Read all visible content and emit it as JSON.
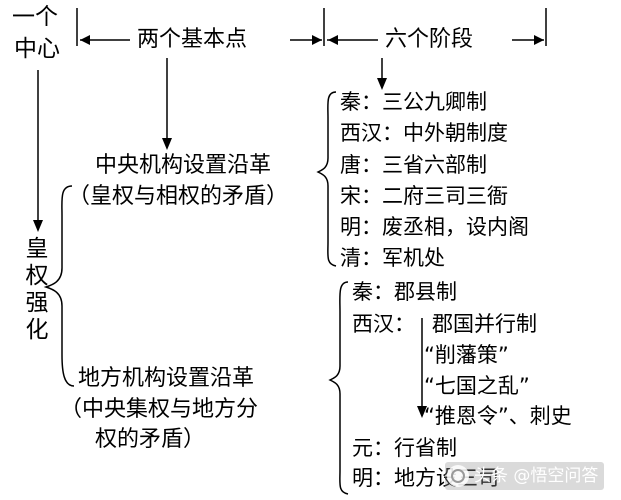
{
  "header": {
    "one_center": [
      "一个",
      "中心"
    ],
    "two_points": "两个基本点",
    "six_stages": "六个阶段"
  },
  "left_vertical": "皇权强化",
  "central": {
    "title": "中央机构设置沿革",
    "subtitle": "（皇权与相权的矛盾）",
    "items": [
      "秦：三公九卿制",
      "西汉：中外朝制度",
      "唐：三省六部制",
      "宋：二府三司三衙",
      "明：废丞相，设内阁",
      "清：军机处"
    ]
  },
  "local": {
    "title": "地方机构设置沿革",
    "subtitle_lines": [
      "（中央集权与地方分",
      "权的矛盾）"
    ],
    "qin": "秦：郡县制",
    "xihan_label": "西汉：",
    "xihan_items": [
      "郡国并行制",
      "“削藩策”",
      "“七国之乱”",
      "“推恩令”、刺史"
    ],
    "yuan": "元：行省制",
    "ming": "明：地方设三司"
  },
  "watermark": "头条 @悟空问答"
}
